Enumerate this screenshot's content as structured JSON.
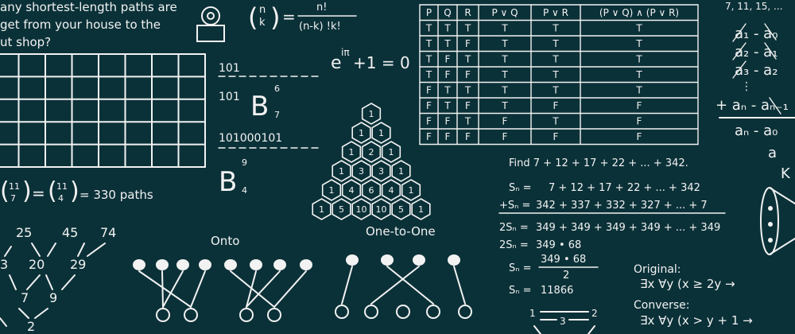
{
  "problem": {
    "line1": "any shortest-length paths are",
    "line2": "get from your house to the",
    "line3": "ut shop?",
    "answer_lhs_top": "11",
    "answer_lhs_bottom": "7",
    "answer_mid_top": "11",
    "answer_mid_bottom": "4",
    "answer_rhs": "= 330 paths"
  },
  "binomial": {
    "n": "n",
    "k": "k",
    "numerator": "n!",
    "denominator": "(n-k) !k!"
  },
  "euler": {
    "base": "e",
    "exp": "iπ",
    "rest": "+1 = 0"
  },
  "binary": {
    "row1": "101",
    "row2": "101",
    "row3": "101000101",
    "exp1": "6",
    "sub1": "7",
    "exp2": "9",
    "sub2": "4",
    "letter": "B"
  },
  "pascal": {
    "rows": [
      [
        "1"
      ],
      [
        "1",
        "1"
      ],
      [
        "1",
        "2",
        "1"
      ],
      [
        "1",
        "3",
        "3",
        "1"
      ],
      [
        "1",
        "4",
        "6",
        "4",
        "1"
      ],
      [
        "1",
        "5",
        "10",
        "10",
        "5",
        "1"
      ]
    ]
  },
  "truth_table": {
    "headers": [
      "P",
      "Q",
      "R",
      "P ∨ Q",
      "P ∨ R",
      "(P ∨ Q) ∧ (P ∨ R)"
    ],
    "rows": [
      [
        "T",
        "T",
        "T",
        "T",
        "T",
        "T"
      ],
      [
        "T",
        "T",
        "F",
        "T",
        "T",
        "T"
      ],
      [
        "T",
        "F",
        "T",
        "T",
        "T",
        "T"
      ],
      [
        "T",
        "F",
        "F",
        "T",
        "T",
        "T"
      ],
      [
        "F",
        "T",
        "T",
        "T",
        "T",
        "T"
      ],
      [
        "F",
        "T",
        "F",
        "T",
        "F",
        "F"
      ],
      [
        "F",
        "F",
        "T",
        "F",
        "T",
        "F"
      ],
      [
        "F",
        "F",
        "F",
        "F",
        "F",
        "F"
      ]
    ]
  },
  "series": {
    "find": "Find 7 + 12 + 17 + 22 + ... + 342.",
    "l1a": "Sₙ =",
    "l1b": "7 + 12 + 17 + 22 + ... + 342",
    "l2a": "+Sₙ =",
    "l2b": "342 + 337 + 332 + 327 + ... + 7",
    "l3a": "2Sₙ =",
    "l3b": "349 + 349 + 349 + 349 + ... + 349",
    "l4a": "2Sₙ =",
    "l4b": "349 • 68",
    "l5a": "Sₙ =",
    "l5num": "349 • 68",
    "l5den": "2",
    "l6a": "Sₙ =",
    "l6b": "11866"
  },
  "logic": {
    "original_label": "Original:",
    "original": "∃x ∀y (x ≥ 2y →",
    "converse_label": "Converse:",
    "converse": "∃x ∀y (x > y + 1 →"
  },
  "top_right_seq": "7, 11, 15, ...",
  "telescoping": {
    "r1": "a₁ - a₀",
    "r2": "a₂ - a₁",
    "r3": "a₃ - a₂",
    "r4": "+ aₙ - aₙ₋₁",
    "r5": "aₙ - a₀",
    "r6": "a"
  },
  "tree": {
    "nums": [
      "25",
      "45",
      "74",
      "3",
      "20",
      "29",
      "7",
      "9",
      "2"
    ]
  },
  "functions": {
    "onto": "Onto",
    "one_to_one": "One-to-One"
  },
  "bottom": {
    "nums": [
      "1",
      "3",
      "2"
    ]
  },
  "misc": {
    "k_letter": "K"
  }
}
